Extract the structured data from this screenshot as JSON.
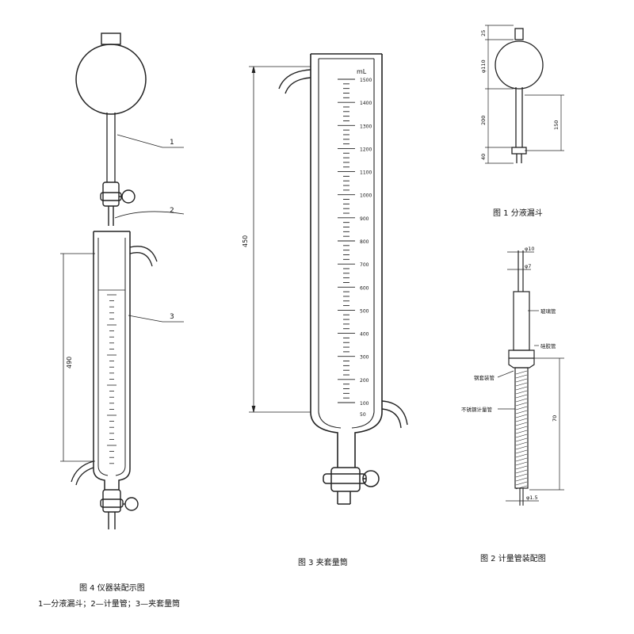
{
  "fig4": {
    "caption_title": "图 4   仪器装配示图",
    "caption_legend": "1—分液漏斗；2—计量管；3—夹套量筒",
    "callouts": [
      "1",
      "2",
      "3"
    ],
    "dim_height": "490"
  },
  "fig3": {
    "caption": "图 3   夹套量筒",
    "unit": "mL",
    "scale_labels": [
      "1500",
      "1400",
      "1300",
      "1200",
      "1100",
      "1000",
      "900",
      "800",
      "700",
      "600",
      "500",
      "400",
      "300",
      "200",
      "100",
      "50"
    ],
    "dim_height": "450"
  },
  "fig1": {
    "caption": "图 1   分液漏斗",
    "dims": [
      "25",
      "φ110",
      "200",
      "150",
      "40"
    ]
  },
  "fig2": {
    "caption": "图 2   计量管装配图",
    "dims": [
      "φ10",
      "φ7",
      "70",
      "φ1.5"
    ],
    "labels": [
      "玻璃管",
      "硅胶管",
      "钢套装管",
      "不锈钢计量管"
    ]
  }
}
